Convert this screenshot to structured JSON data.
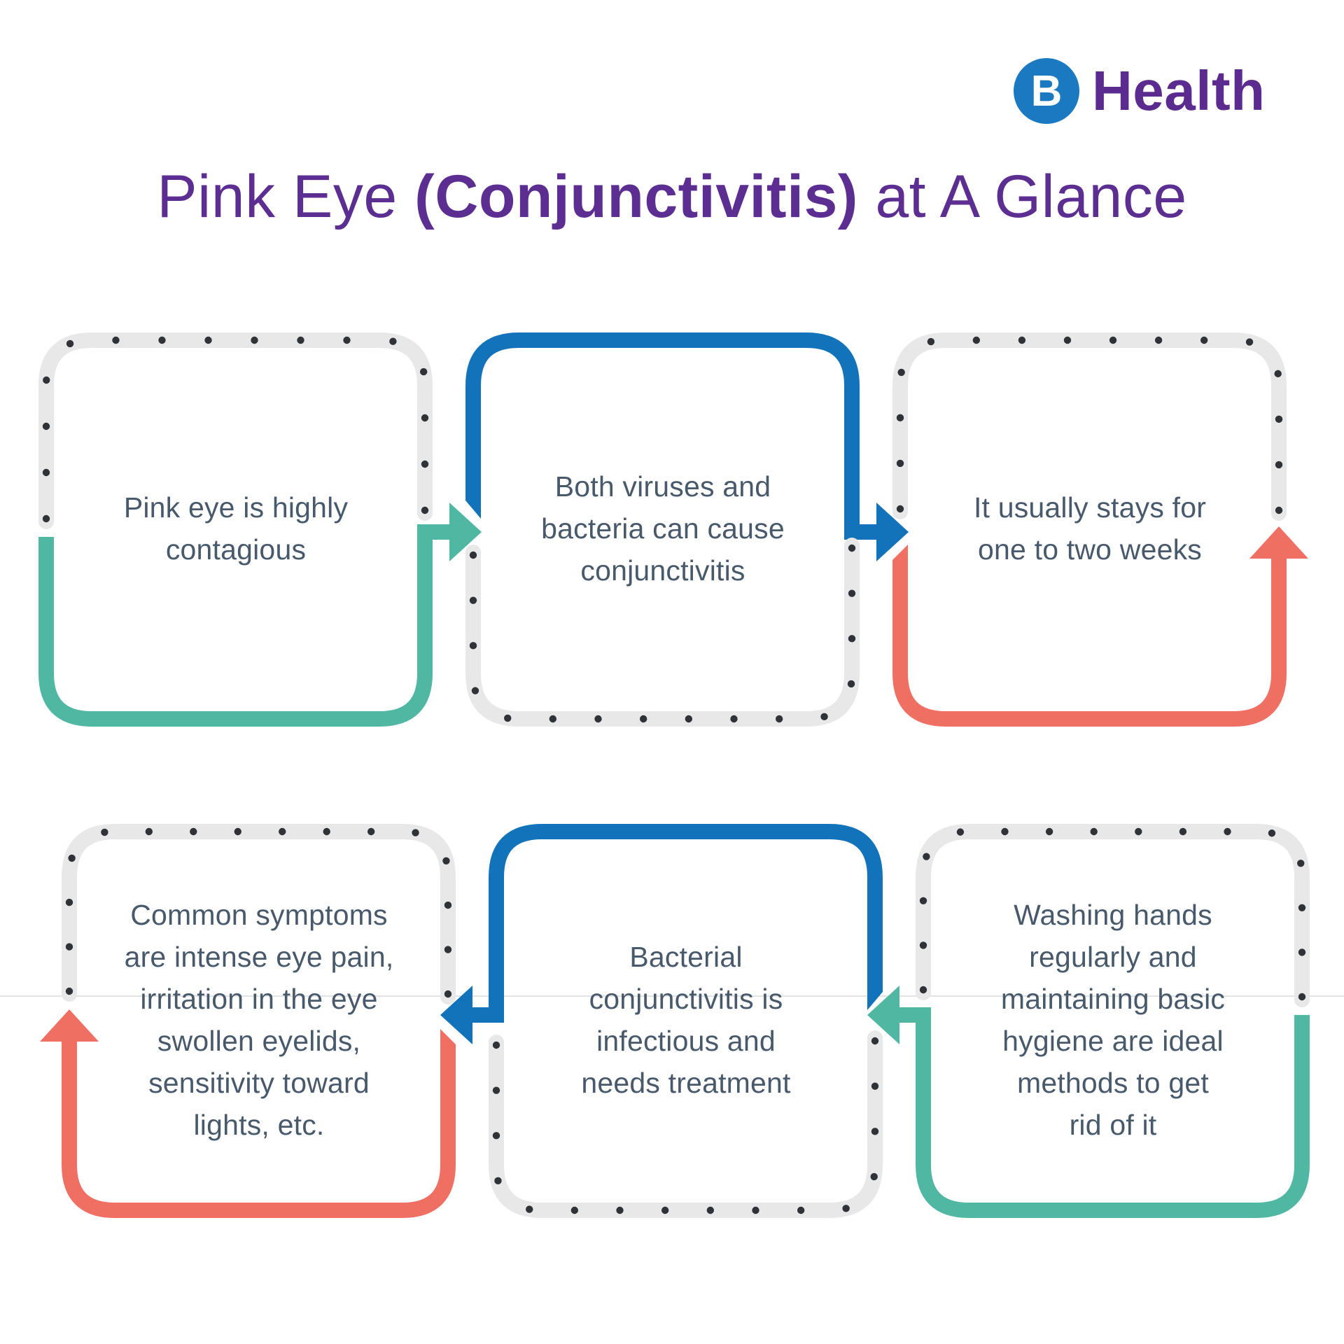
{
  "logo": {
    "mark": "B",
    "name": "Health"
  },
  "title": {
    "pre": "Pink Eye ",
    "bold": "(Conjunctivitis)",
    "post": " at A Glance"
  },
  "boxes": [
    {
      "label": "step-1",
      "text": "Pink eye is highly\ncontagious"
    },
    {
      "label": "step-2",
      "text": "Both viruses and\nbacteria can cause\nconjunctivitis"
    },
    {
      "label": "step-3",
      "text": "It usually stays for\none to two weeks"
    },
    {
      "label": "step-4",
      "text": "Common symptoms\nare intense eye pain,\nirritation in the eye\nswollen eyelids,\nsensitivity toward\nlights, etc."
    },
    {
      "label": "step-5",
      "text": "Bacterial\nconjunctivitis is\ninfectious and\nneeds treatment"
    },
    {
      "label": "step-6",
      "text": "Washing hands\nregularly and\nmaintaining basic\nhygiene are ideal\nmethods to get\nrid of it"
    }
  ],
  "colors": {
    "teal": "#50b8a2",
    "blue": "#1373ba",
    "salmon": "#ef6f63",
    "dotted_track": "#e8e8e8",
    "dot": "#2f3236",
    "body_text": "#47596b",
    "title_purple": "#5c2e91",
    "logo_purple": "#5b2b8f",
    "logo_blue": "#1a79c0"
  }
}
